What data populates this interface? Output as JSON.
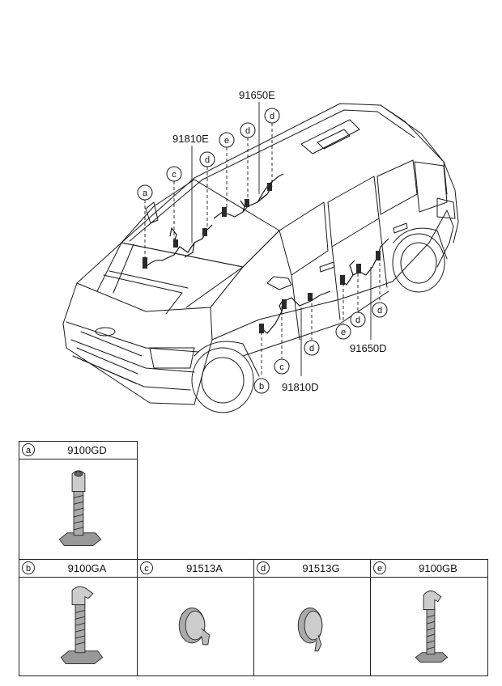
{
  "callouts": {
    "top_left": "91810E",
    "top_right": "91650E",
    "bottom_mid": "91810D",
    "bottom_right": "91650D"
  },
  "letters": {
    "a": "a",
    "b": "b",
    "c": "c",
    "d": "d",
    "e": "e"
  },
  "legend": [
    {
      "letter": "a",
      "part": "9100GD"
    },
    {
      "letter": "b",
      "part": "9100GA"
    },
    {
      "letter": "c",
      "part": "91513A"
    },
    {
      "letter": "d",
      "part": "91513G"
    },
    {
      "letter": "e",
      "part": "9100GB"
    }
  ]
}
